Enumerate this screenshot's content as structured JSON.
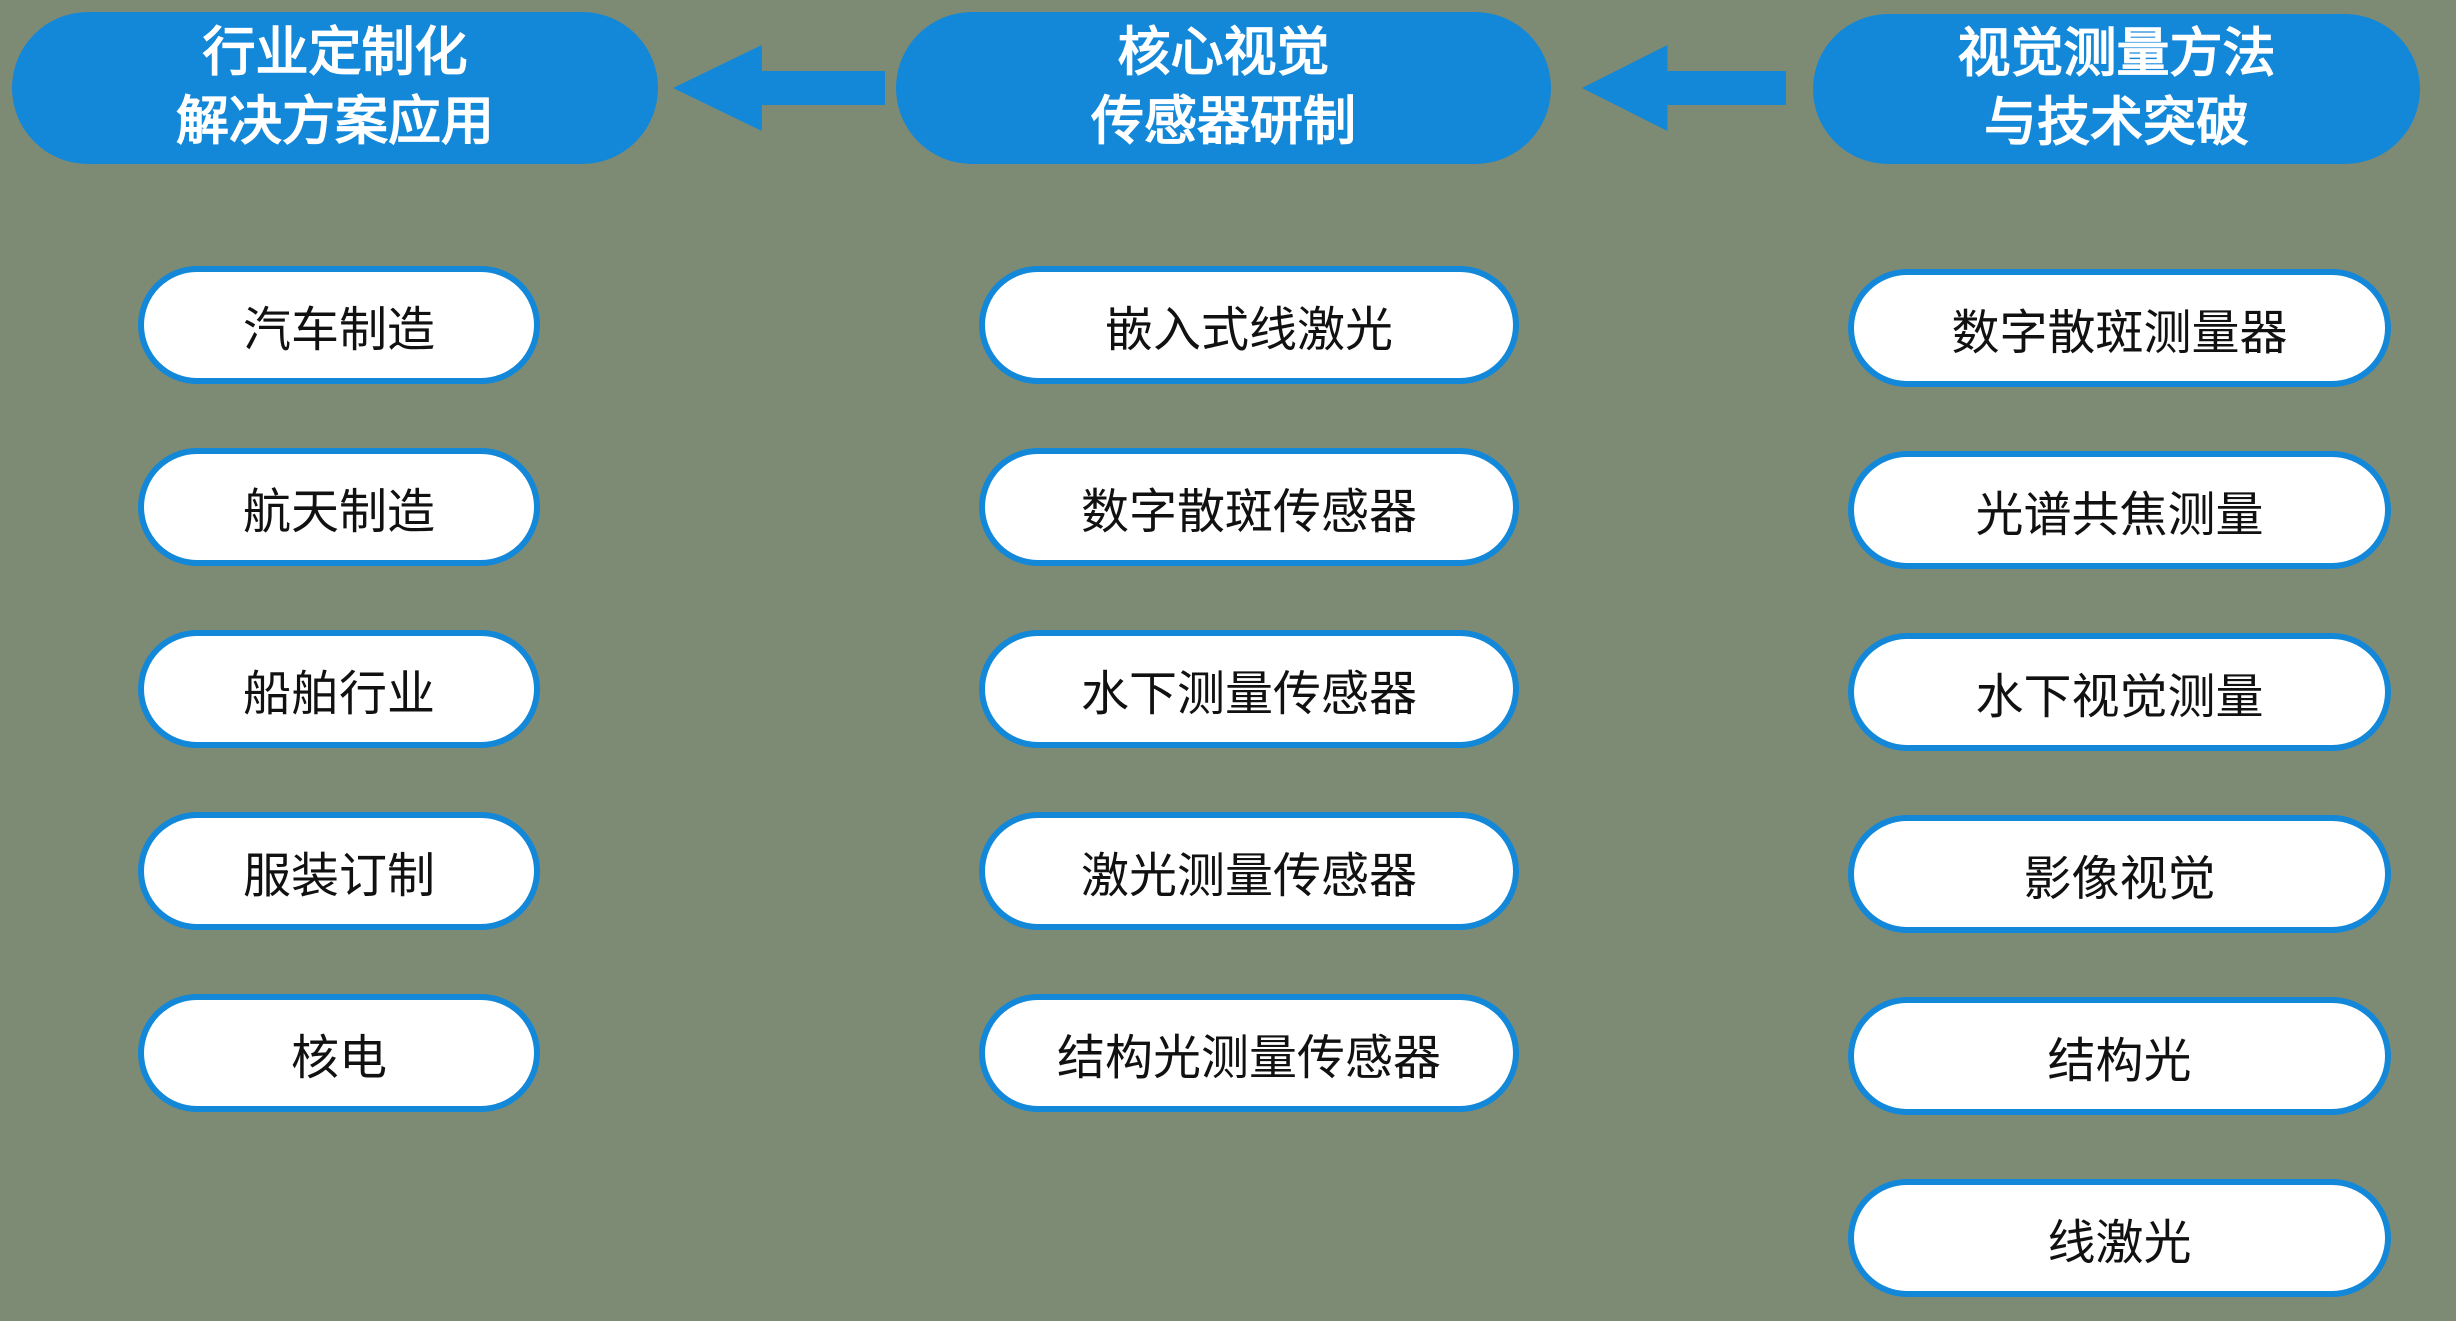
{
  "diagram": {
    "background_color": "#7E8B74",
    "accent_color": "#1387D8",
    "pill_background": "#FFFFFF",
    "header_text_color": "#FFFFFF",
    "item_text_color": "#111111",
    "columns": [
      {
        "id": "industry-applications",
        "header": "行业定制化\n解决方案应用",
        "items": [
          "汽车制造",
          "航天制造",
          "船舶行业",
          "服装订制",
          "核电"
        ]
      },
      {
        "id": "core-vision-sensors",
        "header": "核心视觉\n传感器研制",
        "items": [
          "嵌入式线激光",
          "数字散斑传感器",
          "水下测量传感器",
          "激光测量传感器",
          "结构光测量传感器"
        ]
      },
      {
        "id": "measurement-methods",
        "header": "视觉测量方法\n与技术突破",
        "items": [
          "数字散斑测量器",
          "光谱共焦测量",
          "水下视觉测量",
          "影像视觉",
          "结构光",
          "线激光"
        ]
      }
    ],
    "arrows": [
      {
        "id": "sensors-to-applications",
        "direction": "left"
      },
      {
        "id": "methods-to-sensors",
        "direction": "left"
      }
    ]
  }
}
